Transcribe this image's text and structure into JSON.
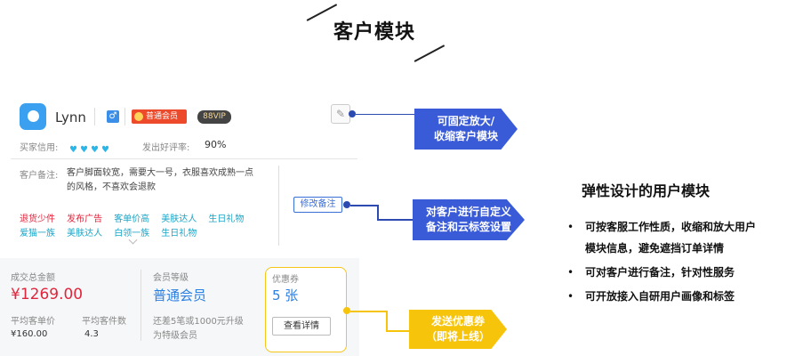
{
  "page_title": "客户模块",
  "customer": {
    "name": "Lynn",
    "gender_symbol": "♂",
    "member_badge": "普通会员",
    "vip_badge": "88VIP",
    "pin_icon": "pin-icon",
    "credit_label": "买家信用:",
    "positive_rate_label": "发出好评率:",
    "positive_rate_value": "90%",
    "remark_label": "客户备注:",
    "remark_text": "客户脚面较宽，需要大一号，衣服喜欢成熟一点的风格，不喜欢会退款",
    "edit_remark_button": "修改备注",
    "tags_row1": [
      "退货少件",
      "发布广告",
      "客单价高",
      "美肤达人",
      "生日礼物"
    ],
    "tags_row2": [
      "爱猫一族",
      "美肤达人",
      "白领一族",
      "生日礼物"
    ],
    "stats": {
      "total_amount_label": "成交总金额",
      "total_amount_value": "¥1269.00",
      "avg_price_label": "平均客单价",
      "avg_price_value": "¥160.00",
      "avg_items_label": "平均客件数",
      "avg_items_value": "4.3",
      "member_level_label": "会员等级",
      "member_level_value": "普通会员",
      "upgrade_hint_1": "还差5笔或1000元升级",
      "upgrade_hint_2": "为特级会员",
      "coupon_label": "优惠券",
      "coupon_value": "5 张",
      "coupon_detail_button": "查看详情"
    }
  },
  "callouts": {
    "pin_line1": "可固定放大/",
    "pin_line2": "收缩客户模块",
    "remark_line1": "对客户进行自定义",
    "remark_line2": "备注和云标签设置",
    "coupon_line1": "发送优惠券",
    "coupon_line2": "（即将上线）"
  },
  "right_panel": {
    "title": "弹性设计的用户模块",
    "bullet_symbol": "•",
    "items": [
      "可按客服工作性质，收缩和放大用户",
      "模块信息，避免遮挡订单详情",
      "可对客户进行备注，针对性服务",
      "可开放接入自研用户画像和标签"
    ]
  },
  "colors": {
    "accent_blue": "#3a5bd8",
    "accent_yellow": "#f7c40c",
    "tag_red": "#e0263c",
    "tag_cyan": "#1aa6c8",
    "heart": "#29b6e8"
  }
}
